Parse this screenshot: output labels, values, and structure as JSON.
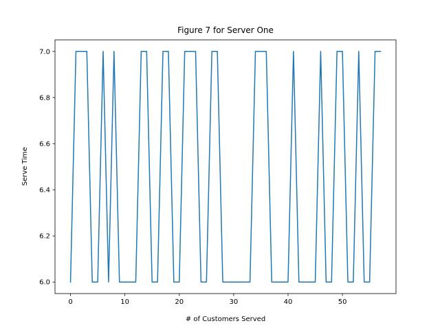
{
  "chart_data": {
    "type": "line",
    "title": "Figure 7 for Server One",
    "xlabel": "# of Customers Served",
    "ylabel": "Serve Time",
    "xlim": [
      -2.85,
      59.85
    ],
    "ylim": [
      5.95,
      7.05
    ],
    "xticks": [
      0,
      10,
      20,
      30,
      40,
      50
    ],
    "xtick_labels": [
      "0",
      "10",
      "20",
      "30",
      "40",
      "50"
    ],
    "yticks": [
      6.0,
      6.2,
      6.4,
      6.6,
      6.8,
      7.0
    ],
    "ytick_labels": [
      "6.0",
      "6.2",
      "6.4",
      "6.6",
      "6.8",
      "7.0"
    ],
    "grid": false,
    "series": [
      {
        "color": "#1f77b4",
        "x": [
          0,
          1,
          2,
          3,
          4,
          5,
          6,
          7,
          8,
          9,
          10,
          11,
          12,
          13,
          14,
          15,
          16,
          17,
          18,
          19,
          20,
          21,
          22,
          23,
          24,
          25,
          26,
          27,
          28,
          29,
          30,
          31,
          32,
          33,
          34,
          35,
          36,
          37,
          38,
          39,
          40,
          41,
          42,
          43,
          44,
          45,
          46,
          47,
          48,
          49,
          50,
          51,
          52,
          53,
          54,
          55,
          56,
          57
        ],
        "values": [
          6,
          7,
          7,
          7,
          6,
          6,
          7,
          6,
          7,
          6,
          6,
          6,
          6,
          7,
          7,
          6,
          6,
          7,
          7,
          6,
          6,
          7,
          7,
          7,
          6,
          6,
          7,
          7,
          6,
          6,
          6,
          6,
          6,
          6,
          7,
          7,
          7,
          6,
          6,
          6,
          6,
          7,
          6,
          6,
          6,
          6,
          7,
          6,
          6,
          7,
          7,
          6,
          6,
          7,
          6,
          6,
          7,
          7
        ]
      }
    ]
  }
}
